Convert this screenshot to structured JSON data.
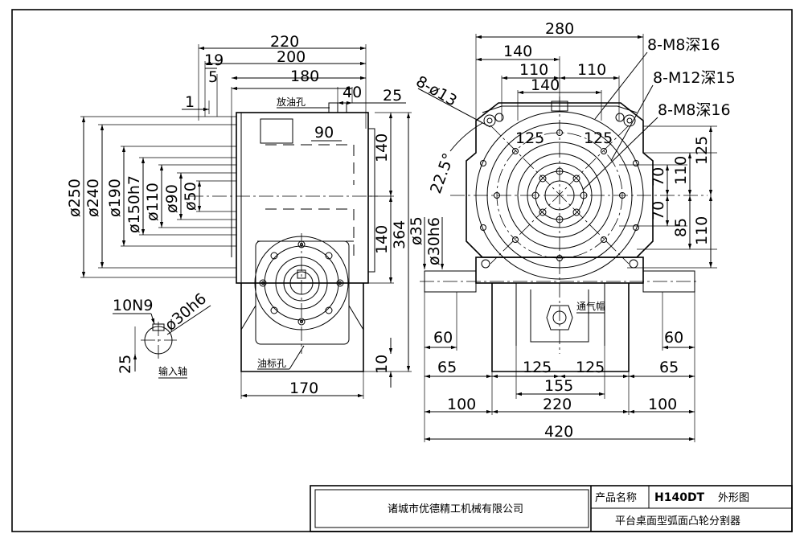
{
  "dims_left": {
    "w220": "220",
    "w200": "200",
    "w180": "180",
    "w19": "19",
    "w5": "5",
    "w1": "1",
    "w40": "40",
    "w25": "25",
    "w90": "90",
    "d250": "ø250",
    "d240": "ø240",
    "d190": "ø190",
    "d150": "ø150h7",
    "d110": "ø110",
    "d90": "ø90",
    "d50": "ø50",
    "h140a": "140",
    "h140b": "140",
    "h364": "364",
    "h10": "10",
    "w170": "170"
  },
  "dims_shaft": {
    "key": "10N9",
    "dia": "ø30h6",
    "depth": "25"
  },
  "dims_right": {
    "w280": "280",
    "w140a": "140",
    "w110a": "110",
    "w110b": "110",
    "w140b": "140",
    "r125a": "125",
    "r125b": "125",
    "angle": "22.5°",
    "holes": "8-ø13",
    "v70a": "70",
    "v70b": "70",
    "v110a": "110",
    "v125": "125",
    "v85": "85",
    "v110b": "110",
    "d35": "ø35",
    "d30": "ø30h6",
    "w60a": "60",
    "w60b": "60",
    "w65a": "65",
    "w65b": "65",
    "w125a": "125",
    "w125b": "125",
    "w155": "155",
    "w100a": "100",
    "w220": "220",
    "w100b": "100",
    "w420": "420"
  },
  "callouts": {
    "m8a": "8-M8深16",
    "m12": "8-M12深15",
    "m8b": "8-M8深16",
    "drain": "放油孔",
    "oil_mark": "油标孔",
    "vent": "通气帽",
    "input_shaft": "输入轴"
  },
  "title_block": {
    "company": "诸城市优德精工机械有限公司",
    "product_label": "产品名称",
    "model": "H140DT",
    "view": "外形图",
    "description": "平台桌面型弧面凸轮分割器"
  }
}
